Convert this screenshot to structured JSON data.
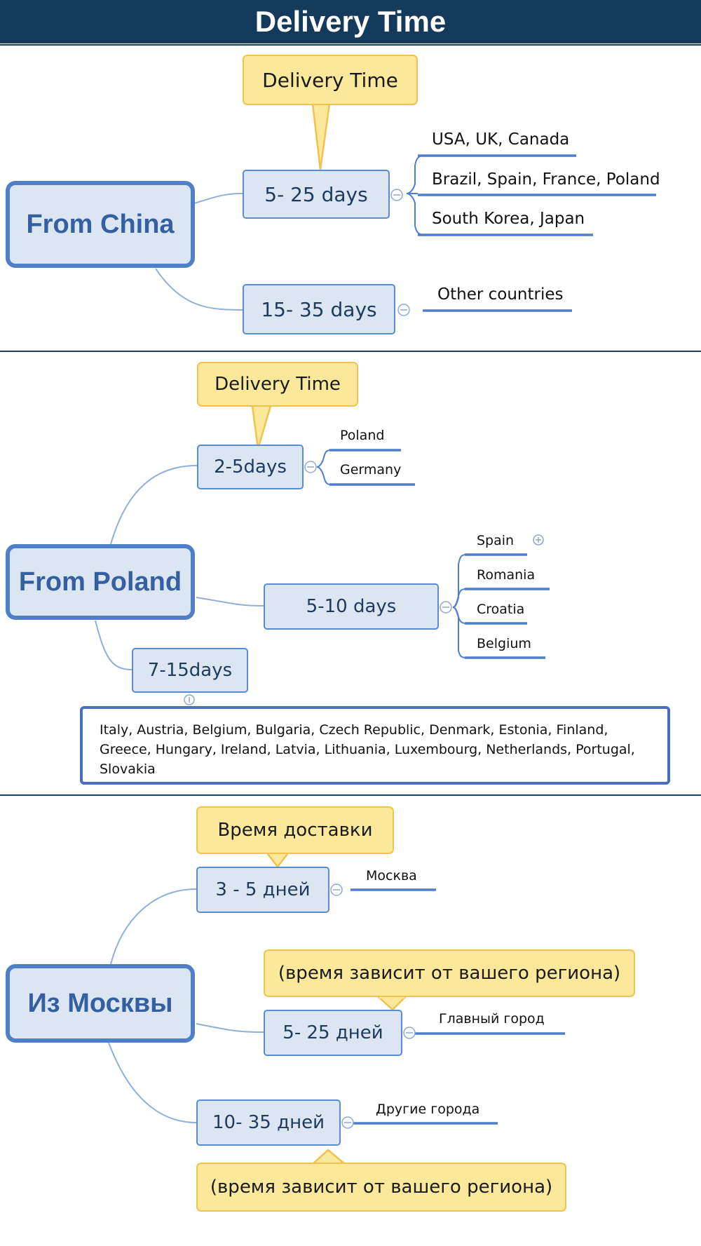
{
  "header": {
    "title": "Delivery Time"
  },
  "china": {
    "root": "From China",
    "callout": "Delivery Time",
    "branch1": {
      "label": "5- 25 days",
      "leaves": [
        "USA, UK, Canada",
        "Brazil, Spain, France, Poland",
        "South Korea, Japan"
      ]
    },
    "branch2": {
      "label": "15- 35 days",
      "leaves": [
        "Other countries"
      ]
    }
  },
  "poland": {
    "root": "From Poland",
    "callout": "Delivery Time",
    "branch1": {
      "label": "2-5days",
      "leaves": [
        "Poland",
        "Germany"
      ]
    },
    "branch2": {
      "label": "5-10 days",
      "leaves": [
        "Spain",
        "Romania",
        "Croatia",
        "Belgium"
      ]
    },
    "branch3": {
      "label": "7-15days",
      "countries": "Italy, Austria, Belgium, Bulgaria, Czech Republic, Denmark, Estonia, Finland, Greece, Hungary, Ireland, Latvia, Lithuania, Luxembourg, Netherlands, Portugal, Slovakia"
    }
  },
  "moscow": {
    "root": "Из Москвы",
    "callout_top": "Время доставки",
    "callout_mid": "(время зависит от вашего региона)",
    "callout_bottom": "(время зависит от вашего региона)",
    "branch1": {
      "label": "3 - 5 дней",
      "leaves": [
        "Москва"
      ]
    },
    "branch2": {
      "label": "5- 25 дней",
      "leaves": [
        "Главный город"
      ]
    },
    "branch3": {
      "label": "10- 35 дней",
      "leaves": [
        "Другие города"
      ]
    }
  },
  "colors": {
    "header": "#143a5c",
    "node_fill": "#dce6f3",
    "node_border": "#5b8bd0",
    "callout_fill": "#fbe89a",
    "leaf_line": "#4d7fcf"
  }
}
